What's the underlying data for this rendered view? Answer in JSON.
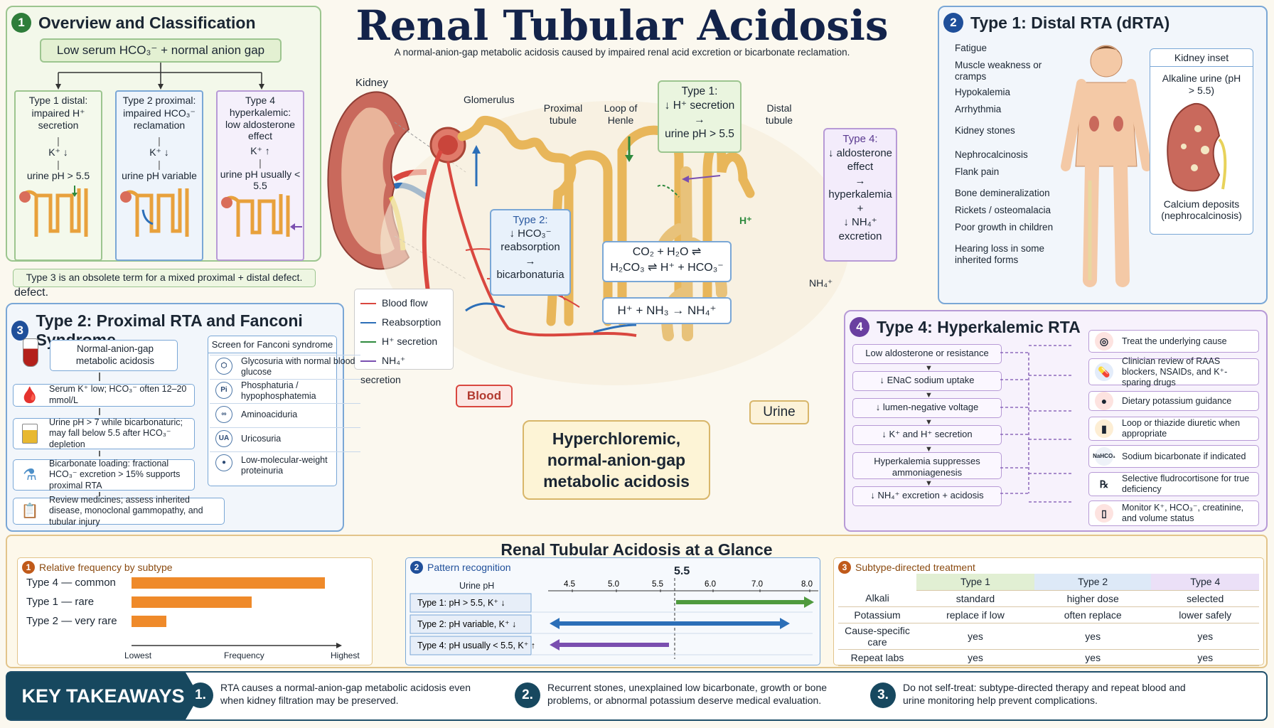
{
  "title": "Renal Tubular Acidosis",
  "subtitle": "A normal-anion-gap metabolic acidosis caused by impaired renal acid excretion or bicarbonate reclamation.",
  "overview": {
    "num": "1",
    "title": "Overview and Classification",
    "top": "Low serum HCO₃⁻ + normal anion gap",
    "types": [
      {
        "name": "Type 1 distal: impaired H⁺ secretion",
        "k": "K⁺ ↓",
        "ph": "urine pH > 5.5"
      },
      {
        "name": "Type 2 proximal: impaired HCO₃⁻ reclamation",
        "k": "K⁺ ↓",
        "ph": "urine pH variable"
      },
      {
        "name": "Type 4 hyperkalemic: low aldosterone effect",
        "k": "K⁺ ↑",
        "ph": "urine pH usually < 5.5"
      }
    ],
    "note": "Type 3 is an obsolete term for a mixed proximal + distal defect."
  },
  "center": {
    "kidney": "Kidney",
    "glomerulus": "Glomerulus",
    "proximal": "Proximal tubule",
    "loop": "Loop of Henle",
    "distal": "Distal tubule",
    "type1": "Type 1: ↓ H⁺ secretion → urine pH > 5.5",
    "type1_l1": "Type 1:",
    "type1_l2": "↓ H⁺ secretion",
    "type1_l3": "→",
    "type1_l4": "urine pH > 5.5",
    "type2_l1": "Type 2:",
    "type2_l2": "↓ HCO₃⁻",
    "type2_l3": "reabsorption",
    "type2_l4": "→",
    "type2_l5": "bicarbonaturia",
    "type4_l1": "Type 4:",
    "type4_l2": "↓ aldosterone",
    "type4_l3": "effect",
    "type4_l4": "→",
    "type4_l5": "hyperkalemia",
    "type4_l6": "+",
    "type4_l7": "↓ NH₄⁺",
    "type4_l8": "excretion",
    "eq1_l1": "CO₂ + H₂O ⇌",
    "eq1_l2": "H₂CO₃ ⇌ H⁺ + HCO₃⁻",
    "eq2": "H⁺ + NH₃ → NH₄⁺",
    "hplus": "H⁺",
    "nh4": "NH₄⁺",
    "blood": "Blood",
    "urine": "Urine",
    "result_l1": "Hyperchloremic,",
    "result_l2": "normal-anion-gap",
    "result_l3": "metabolic acidosis",
    "legend": [
      {
        "label": "Blood flow",
        "color": "#d9473f"
      },
      {
        "label": "Reabsorption",
        "color": "#2c6fb8"
      },
      {
        "label": "H⁺ secretion",
        "color": "#2e8a3e"
      },
      {
        "label": "NH₄⁺ secretion",
        "color": "#7a4fb0"
      }
    ]
  },
  "type1": {
    "num": "2",
    "title": "Type 1: Distal RTA (dRTA)",
    "symptoms": [
      "Fatigue",
      "Muscle weakness or cramps",
      "Hypokalemia",
      "Arrhythmia",
      "Kidney stones",
      "Nephrocalcinosis",
      "Flank pain",
      "Bone demineralization",
      "Rickets / osteomalacia",
      "Poor growth in children",
      "Hearing loss in some inherited forms"
    ],
    "inset_title": "Kidney inset",
    "inset_top": "Alkaline urine (pH > 5.5)",
    "inset_bottom": "Calcium deposits (nephrocalcinosis)"
  },
  "type2": {
    "num": "3",
    "title": "Type 2: Proximal RTA and Fanconi Syndrome",
    "flow": [
      "Normal-anion-gap metabolic acidosis",
      "Serum K⁺ low; HCO₃⁻ often 12–20 mmol/L",
      "Urine pH > 7 while bicarbonaturic; may fall below 5.5 after HCO₃⁻ depletion",
      "Bicarbonate loading: fractional HCO₃⁻ excretion > 15% supports proximal RTA",
      "Review medicines; assess inherited disease, monoclonal gammopathy, and tubular injury"
    ],
    "fanconi_title": "Screen for Fanconi syndrome",
    "fanconi": [
      {
        "icon": "⬡",
        "label": "Glycosuria with normal blood glucose"
      },
      {
        "icon": "Pi",
        "label": "Phosphaturia / hypophosphatemia"
      },
      {
        "icon": "∞",
        "label": "Aminoaciduria"
      },
      {
        "icon": "UA",
        "label": "Uricosuria"
      },
      {
        "icon": "●",
        "label": "Low-molecular-weight proteinuria"
      }
    ]
  },
  "type4": {
    "num": "4",
    "title": "Type 4: Hyperkalemic RTA",
    "flow": [
      "Low aldosterone or resistance",
      "↓ ENaC sodium uptake",
      "↓ lumen-negative voltage",
      "↓ K⁺ and H⁺ secretion",
      "Hyperkalemia suppresses ammoniagenesis",
      "↓ NH₄⁺ excretion + acidosis"
    ],
    "treat": [
      {
        "icon": "◎",
        "label": "Treat the underlying cause"
      },
      {
        "icon": "💊",
        "label": "Clinician review of RAAS blockers, NSAIDs, and K⁺-sparing drugs"
      },
      {
        "icon": "●",
        "label": "Dietary potassium guidance"
      },
      {
        "icon": "▮",
        "label": "Loop or thiazide diuretic when appropriate"
      },
      {
        "icon": "NaHCO₃",
        "label": "Sodium bicarbonate if indicated"
      },
      {
        "icon": "℞",
        "label": "Selective fludrocortisone for true deficiency"
      },
      {
        "icon": "▯",
        "label": "Monitor K⁺, HCO₃⁻, creatinine, and volume status"
      }
    ]
  },
  "glance": {
    "title": "Renal Tubular Acidosis at a Glance",
    "freq": {
      "num": "1",
      "title": "Relative frequency by subtype",
      "rows": [
        {
          "label": "Type 4 — common",
          "value": 1.0
        },
        {
          "label": "Type 1 — rare",
          "value": 0.62
        },
        {
          "label": "Type 2 — very rare",
          "value": 0.18
        }
      ],
      "axis_low": "Lowest",
      "axis_mid": "Frequency",
      "axis_high": "Highest"
    },
    "pattern": {
      "num": "2",
      "title": "Pattern recognition",
      "axis_label": "Urine pH",
      "marker": "5.5",
      "ticks": [
        "4.5",
        "5.0",
        "5.5",
        "6.0",
        "7.0",
        "8.0"
      ],
      "rows": [
        {
          "label": "Type 1: pH > 5.5, K⁺ ↓",
          "color": "#4f9a3e"
        },
        {
          "label": "Type 2: pH variable, K⁺ ↓",
          "color": "#2c6fb8"
        },
        {
          "label": "Type 4: pH usually < 5.5, K⁺ ↑",
          "color": "#7a4fb0"
        }
      ]
    },
    "treat": {
      "num": "3",
      "title": "Subtype-directed treatment",
      "cols": [
        "Type 1",
        "Type 2",
        "Type 4"
      ],
      "rows": [
        {
          "name": "Alkali",
          "vals": [
            "standard",
            "higher dose",
            "selected"
          ]
        },
        {
          "name": "Potassium",
          "vals": [
            "replace if low",
            "often replace",
            "lower safely"
          ]
        },
        {
          "name": "Cause-specific care",
          "vals": [
            "yes",
            "yes",
            "yes"
          ]
        },
        {
          "name": "Repeat labs",
          "vals": [
            "yes",
            "yes",
            "yes"
          ]
        }
      ]
    }
  },
  "takeaways": {
    "title": "KEY TAKEAWAYS",
    "items": [
      {
        "num": "1.",
        "text": "RTA causes a normal-anion-gap metabolic acidosis even when kidney filtration may be preserved."
      },
      {
        "num": "2.",
        "text": "Recurrent stones, unexplained low bicarbonate, growth or bone problems, or abnormal potassium deserve medical evaluation."
      },
      {
        "num": "3.",
        "text": "Do not self-treat: subtype-directed therapy and repeat blood and urine monitoring help prevent complications."
      }
    ]
  }
}
